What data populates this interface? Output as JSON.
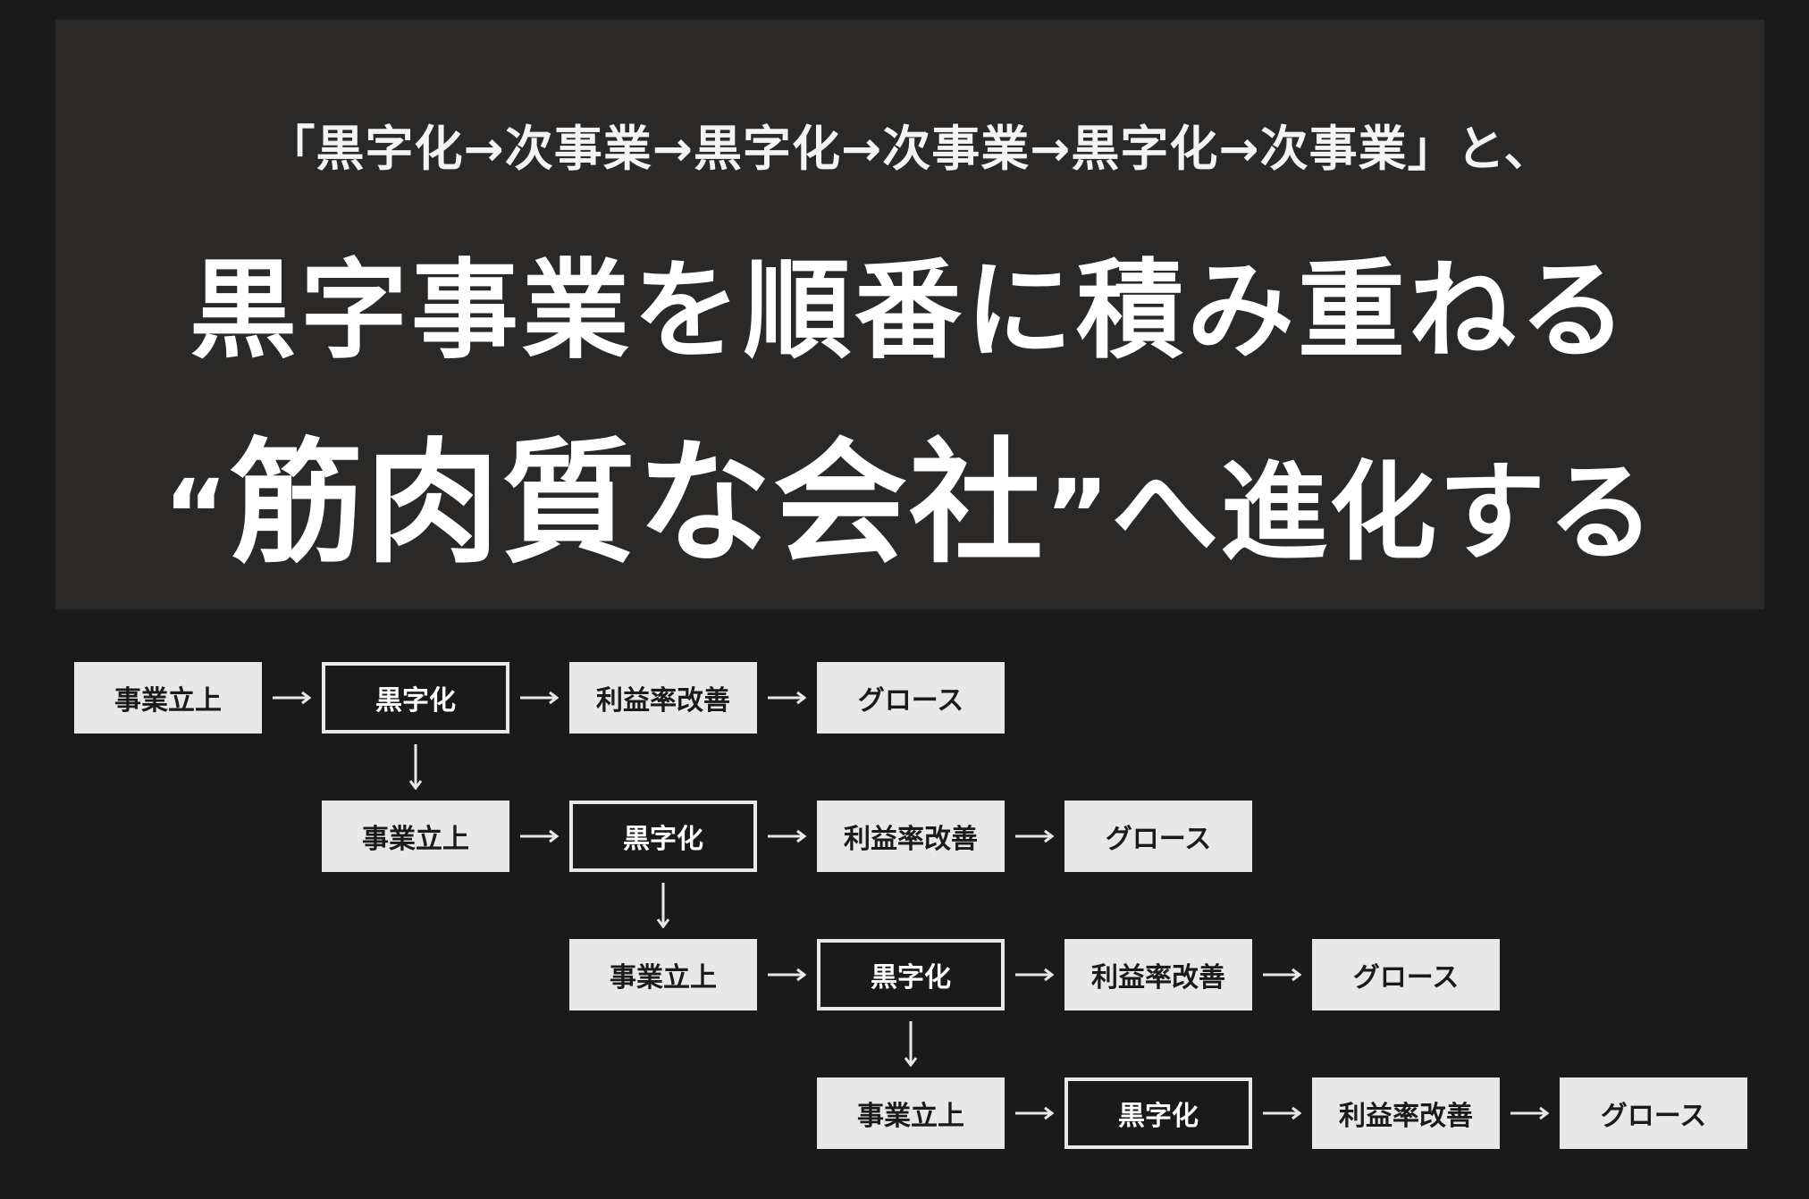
{
  "banner": {
    "subtitle": "「黒字化→次事業→黒字化→次事業→黒字化→次事業」と、",
    "headline_line1": "黒字事業を順番に積み重ねる",
    "headline_line2_open_quote": "“",
    "headline_line2_emphasis": "筋肉質な会社",
    "headline_line2_close_quote": "”",
    "headline_line2_rest": "へ進化する"
  },
  "rows": [
    {
      "steps": [
        {
          "label": "事業立上",
          "style": "light"
        },
        {
          "label": "黒字化",
          "style": "dark"
        },
        {
          "label": "利益率改善",
          "style": "light"
        },
        {
          "label": "グロース",
          "style": "light"
        }
      ]
    },
    {
      "steps": [
        {
          "label": "事業立上",
          "style": "light"
        },
        {
          "label": "黒字化",
          "style": "dark"
        },
        {
          "label": "利益率改善",
          "style": "light"
        },
        {
          "label": "グロース",
          "style": "light"
        }
      ]
    },
    {
      "steps": [
        {
          "label": "事業立上",
          "style": "light"
        },
        {
          "label": "黒字化",
          "style": "dark"
        },
        {
          "label": "利益率改善",
          "style": "light"
        },
        {
          "label": "グロース",
          "style": "light"
        }
      ]
    },
    {
      "steps": [
        {
          "label": "事業立上",
          "style": "light"
        },
        {
          "label": "黒字化",
          "style": "dark"
        },
        {
          "label": "利益率改善",
          "style": "light"
        },
        {
          "label": "グロース",
          "style": "light"
        }
      ]
    }
  ],
  "colors": {
    "background": "#1b1a1a",
    "banner": "#2a2928",
    "node_light": "#e8e8e8",
    "arrow": "#e8e8e8"
  }
}
